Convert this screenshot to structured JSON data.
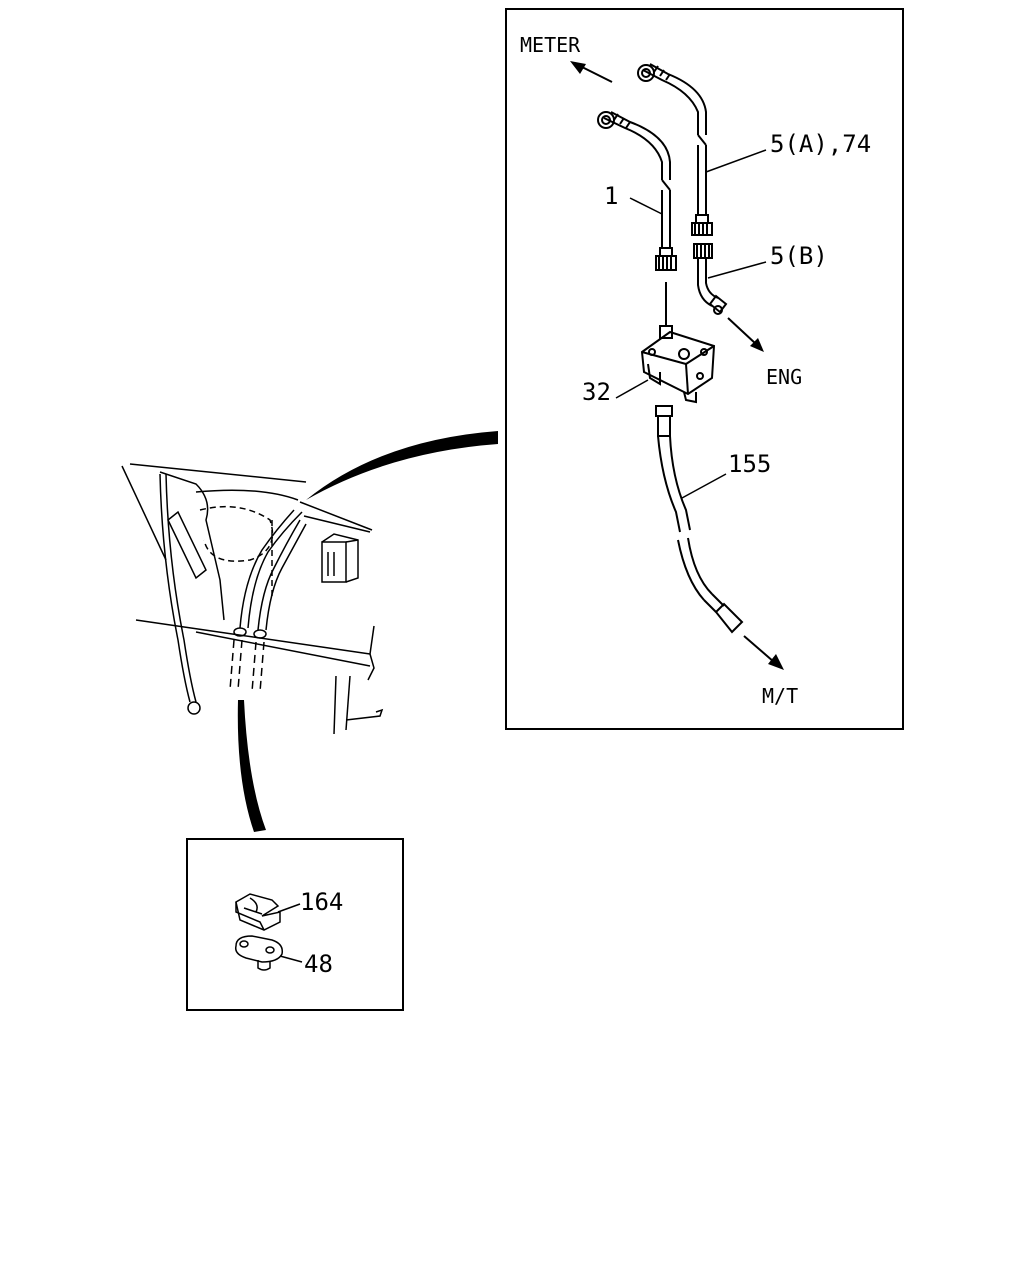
{
  "diagram": {
    "directions": {
      "meter": "METER",
      "engine": "ENG",
      "manual_transmission": "M/T"
    },
    "part_labels": {
      "cable_1": "1",
      "cable_5a_74": "5(A),74",
      "cable_5b": "5(B)",
      "gear_box_32": "32",
      "cable_155": "155",
      "clip_164": "164",
      "grommet_48": "48"
    }
  }
}
